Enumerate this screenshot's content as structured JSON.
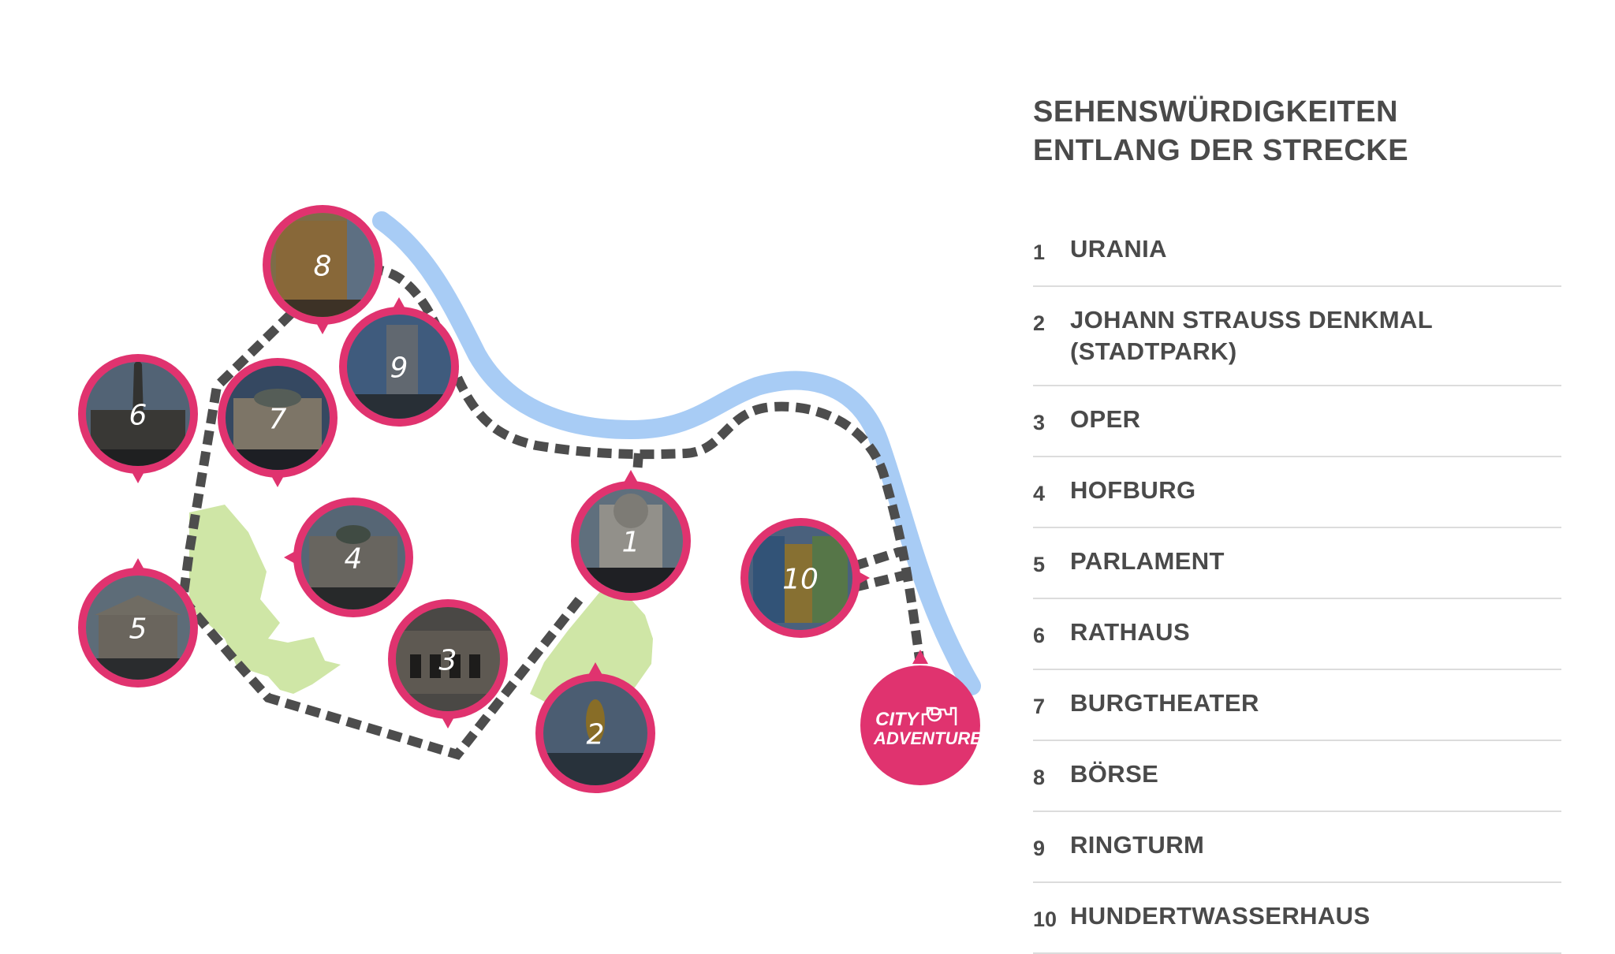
{
  "heading": {
    "line1": "SEHENSWÜRDIGKEITEN",
    "line2": "ENTLANG DER STRECKE"
  },
  "sights": [
    {
      "num": "1",
      "name": "URANIA"
    },
    {
      "num": "2",
      "name": "JOHANN STRAUSS DENKMAL",
      "name_line2": "(STADTPARK)"
    },
    {
      "num": "3",
      "name": "OPER"
    },
    {
      "num": "4",
      "name": "HOFBURG"
    },
    {
      "num": "5",
      "name": "PARLAMENT"
    },
    {
      "num": "6",
      "name": "RATHAUS"
    },
    {
      "num": "7",
      "name": "BURGTHEATER"
    },
    {
      "num": "8",
      "name": "BÖRSE"
    },
    {
      "num": "9",
      "name": "RINGTURM"
    },
    {
      "num": "10",
      "name": "HUNDERTWASSERHAUS"
    }
  ],
  "map": {
    "pins": [
      {
        "num": "1",
        "photo": "urania-building-photo"
      },
      {
        "num": "2",
        "photo": "golden-statue-photo"
      },
      {
        "num": "3",
        "photo": "opera-facade-photo"
      },
      {
        "num": "4",
        "photo": "hofburg-palace-photo"
      },
      {
        "num": "5",
        "photo": "parliament-photo"
      },
      {
        "num": "6",
        "photo": "city-hall-photo"
      },
      {
        "num": "7",
        "photo": "theater-photo"
      },
      {
        "num": "8",
        "photo": "stock-exchange-photo"
      },
      {
        "num": "9",
        "photo": "tower-photo"
      },
      {
        "num": "10",
        "photo": "colorful-house-photo"
      }
    ],
    "logo": {
      "line1": "CITY",
      "line2": "ADVENTURE"
    },
    "colors": {
      "pin": "#e0336f",
      "river": "#a8ccf5",
      "park": "#cfe6a6",
      "route": "#4d4d4d"
    }
  }
}
